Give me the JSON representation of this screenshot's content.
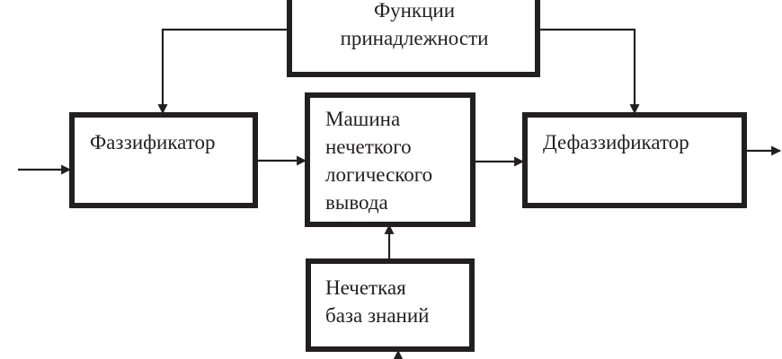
{
  "diagram": {
    "colors": {
      "stroke": "#231f20",
      "background": "#ffffff"
    },
    "blocks": {
      "membership_functions": {
        "lines": [
          "Функции",
          "принадлежности"
        ]
      },
      "fuzzifier": {
        "lines": [
          "Фаззификатор"
        ]
      },
      "inference_engine": {
        "lines": [
          "Машина",
          "нечеткого",
          "логического",
          "вывода"
        ]
      },
      "defuzzifier": {
        "lines": [
          "Дефаззификатор"
        ]
      },
      "knowledge_base": {
        "lines": [
          "Нечеткая",
          "база знаний"
        ]
      }
    },
    "connections": [
      {
        "from": "input",
        "to": "fuzzifier"
      },
      {
        "from": "membership_functions",
        "to": "fuzzifier"
      },
      {
        "from": "membership_functions",
        "to": "defuzzifier"
      },
      {
        "from": "fuzzifier",
        "to": "inference_engine"
      },
      {
        "from": "inference_engine",
        "to": "defuzzifier"
      },
      {
        "from": "knowledge_base",
        "to": "inference_engine"
      },
      {
        "from": "input",
        "to": "knowledge_base"
      },
      {
        "from": "defuzzifier",
        "to": "output"
      }
    ]
  }
}
